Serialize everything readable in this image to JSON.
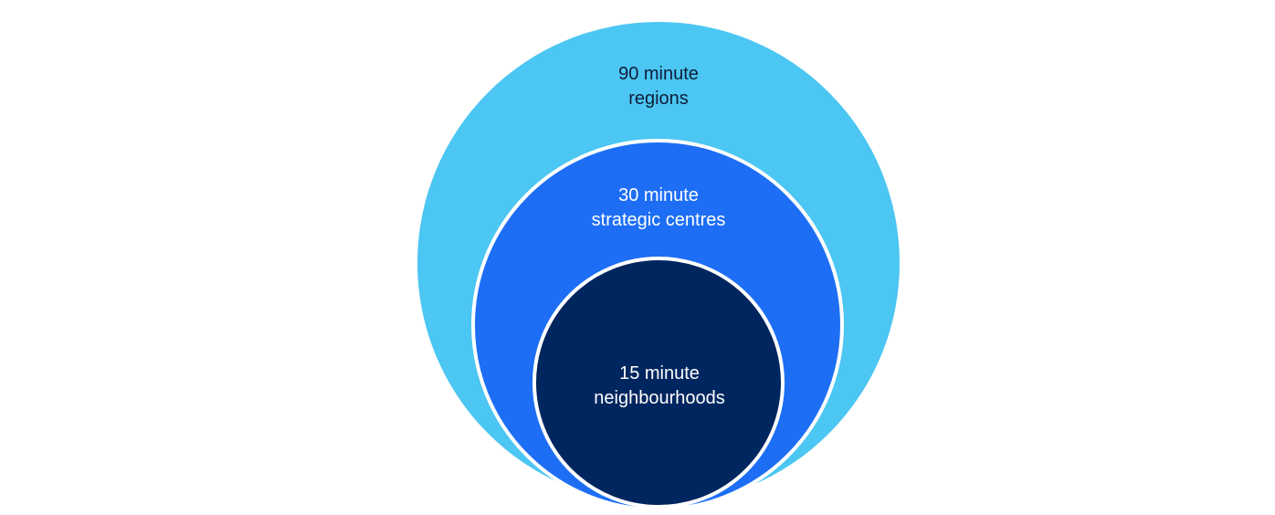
{
  "diagram": {
    "rings": [
      {
        "id": "outer",
        "lines": [
          "90 minute",
          "regions"
        ],
        "fill": "#4cc6f2",
        "text_color": "#0f1d3a"
      },
      {
        "id": "middle",
        "lines": [
          "30 minute",
          "strategic centres"
        ],
        "fill": "#1d6ef5",
        "text_color": "#ffffff"
      },
      {
        "id": "inner",
        "lines": [
          "15 minute",
          "neighbourhoods"
        ],
        "fill": "#00265f",
        "text_color": "#ffffff"
      }
    ],
    "divider_color": "#ffffff",
    "background": "#ffffff"
  }
}
